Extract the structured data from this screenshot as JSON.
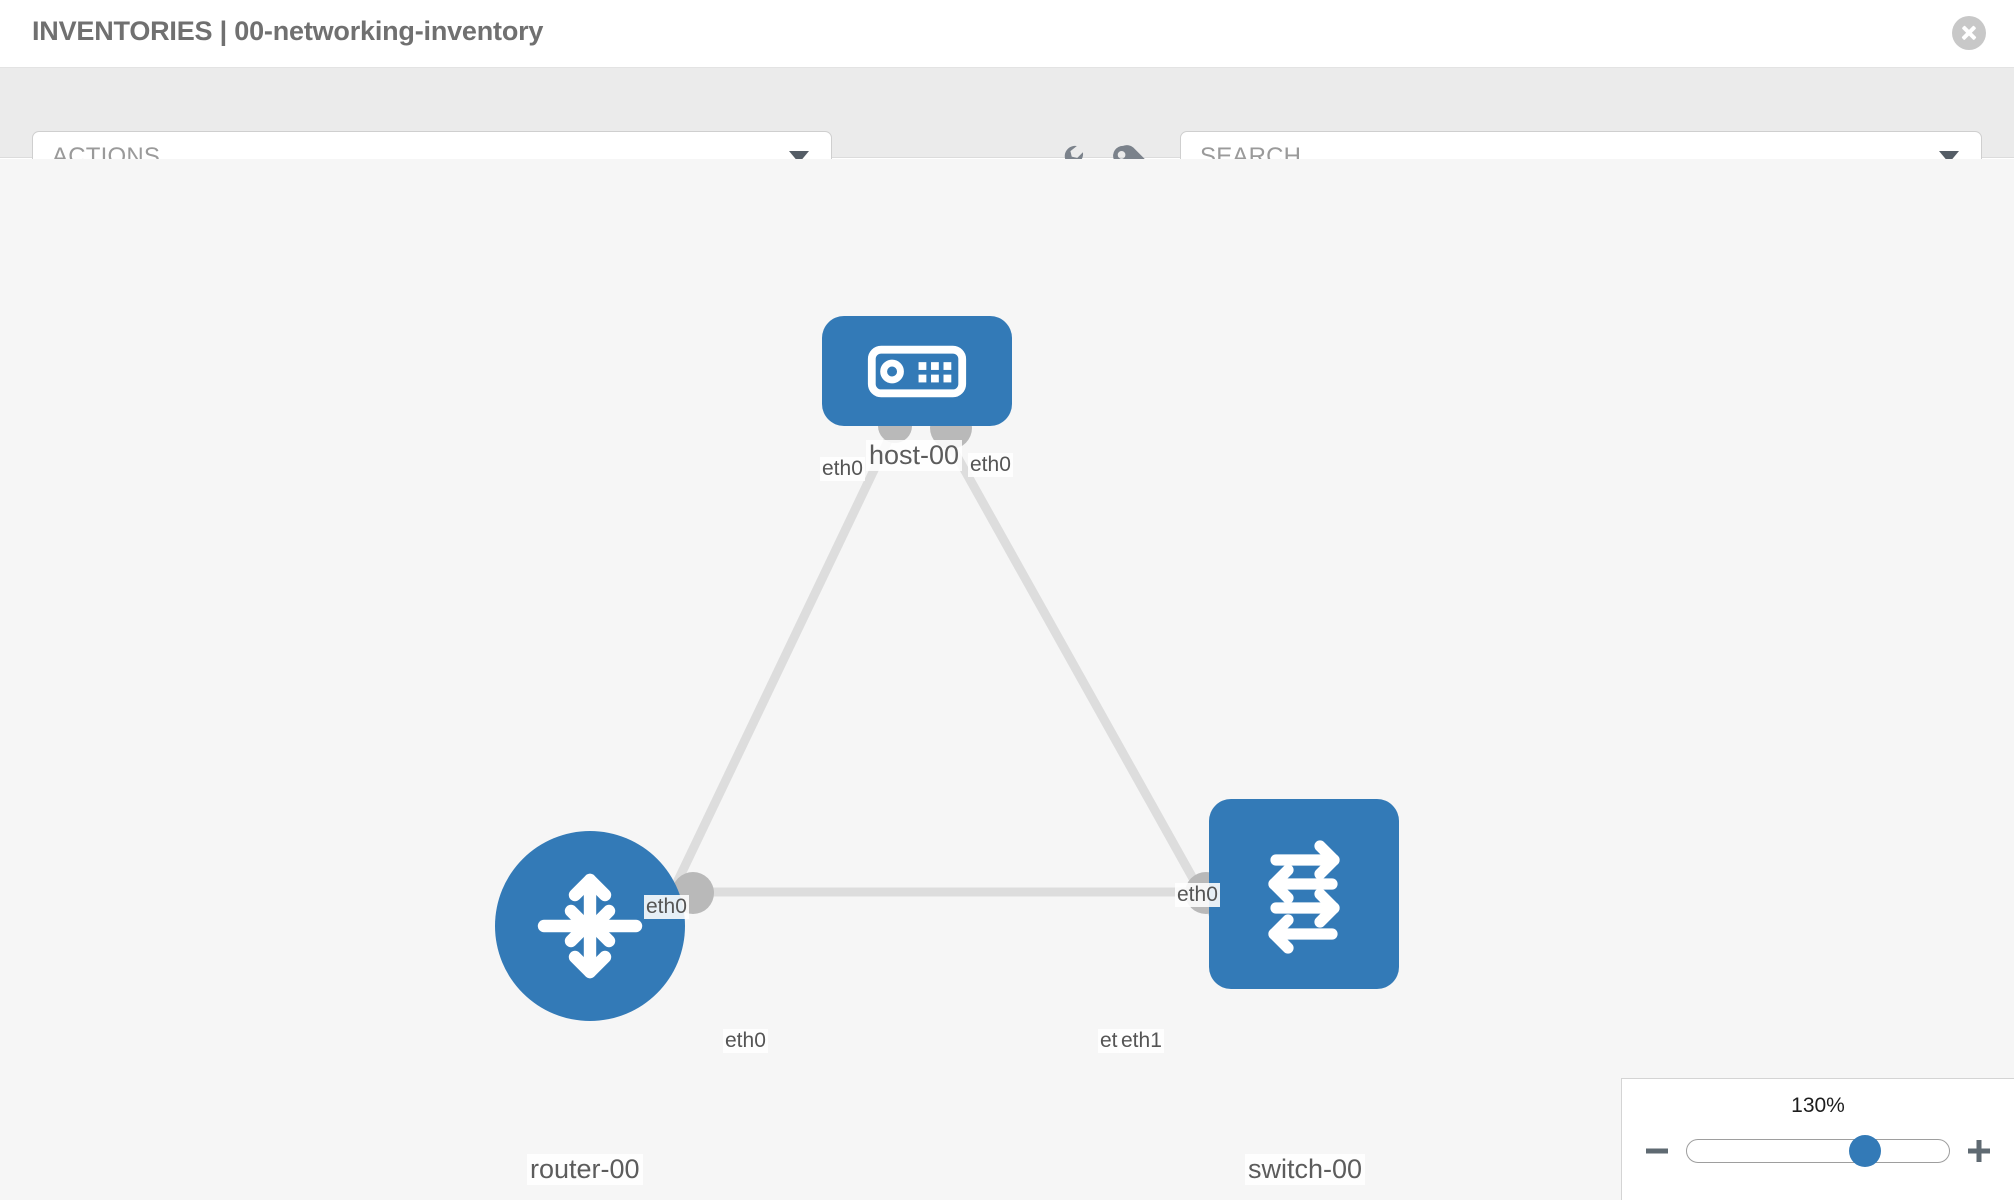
{
  "header": {
    "title": "INVENTORIES | 00-networking-inventory",
    "close_icon": "close-circle-icon"
  },
  "toolbar": {
    "actions": {
      "label": "ACTIONS",
      "caret_icon": "chevron-down-icon"
    },
    "search": {
      "placeholder": "SEARCH",
      "value": "SEARCH",
      "caret_icon": "chevron-down-icon"
    },
    "wrench_icon": "wrench-icon",
    "key_icon": "key-icon"
  },
  "topology": {
    "nodes": [
      {
        "id": "host-00",
        "label": "host-00",
        "type": "host",
        "icon": "server-icon",
        "color": "#337ab7"
      },
      {
        "id": "router-00",
        "label": "router-00",
        "type": "router",
        "icon": "router-arrows-icon",
        "color": "#337ab7"
      },
      {
        "id": "switch-00",
        "label": "switch-00",
        "type": "switch",
        "icon": "switch-arrows-icon",
        "color": "#337ab7"
      }
    ],
    "links": [
      {
        "source": "host-00",
        "target": "router-00",
        "source_interface": "eth0",
        "target_interface": "eth0"
      },
      {
        "source": "host-00",
        "target": "switch-00",
        "source_interface": "eth0",
        "target_interface": "eth0"
      },
      {
        "source": "router-00",
        "target": "switch-00",
        "source_interface": "eth0",
        "target_interface": "eth1"
      }
    ],
    "interface_labels": {
      "host_left": "eth0",
      "host_right": "eth0",
      "router_upper": "eth0",
      "switch_upper": "eth0",
      "router_right": "eth0",
      "switch_left_a": "et",
      "switch_left_b": "eth1"
    },
    "link_color": "#dddddd",
    "connector_color": "#b9b9b9"
  },
  "zoom_control": {
    "percent": "130%",
    "minus_icon": "minus-icon",
    "plus_icon": "plus-icon",
    "thumb_position_pct": 68
  }
}
